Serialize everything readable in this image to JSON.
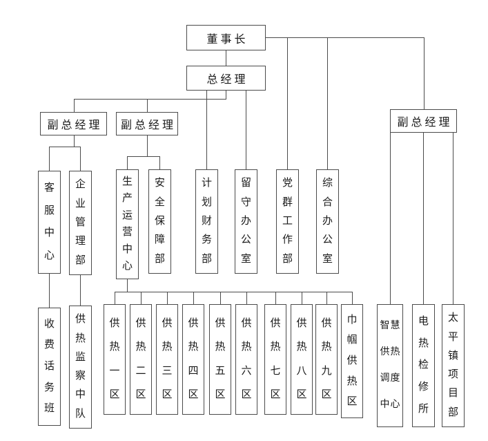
{
  "page": {
    "background": "#ffffff",
    "line_color": "#4a4a4a",
    "text_color": "#1a1a1a"
  },
  "nodes": {
    "chairman": "董事长",
    "general_manager": "总经理",
    "deputy_gm_1": "副总经理",
    "deputy_gm_2": "副总经理",
    "deputy_gm_3": "副总经理",
    "customer_service_center": "客服中心",
    "enterprise_management_dept": "企业管理部",
    "production_operation_center": "生产运营中心",
    "safety_assurance_dept": "安全保障部",
    "planning_finance_dept": "计划财务部",
    "rear_office": "留守办公室",
    "party_mass_work_dept": "党群工作部",
    "general_office": "综合办公室",
    "toll_call_team": "收费话务班",
    "heating_inspection_squad": "供热监察中队",
    "heating_zone_1": "供热一区",
    "heating_zone_2": "供热二区",
    "heating_zone_3": "供热三区",
    "heating_zone_4": "供热四区",
    "heating_zone_5": "供热五区",
    "heating_zone_6": "供热六区",
    "heating_zone_7": "供热七区",
    "heating_zone_8": "供热八区",
    "heating_zone_9": "供热九区",
    "jinguo_heating_zone": "巾帼供热区",
    "smart_heating_dispatch_center": "智慧供热调度中心",
    "electric_heating_maintenance_office": "电热检修所",
    "taiping_town_project_dept": "太平镇项目部"
  },
  "hierarchy": {
    "chairman": [
      "general_manager",
      "party_mass_work_dept",
      "general_office",
      "deputy_gm_3"
    ],
    "general_manager": [
      "deputy_gm_1",
      "deputy_gm_2",
      "planning_finance_dept",
      "rear_office"
    ],
    "deputy_gm_1": [
      "customer_service_center",
      "enterprise_management_dept"
    ],
    "deputy_gm_2": [
      "production_operation_center",
      "safety_assurance_dept"
    ],
    "deputy_gm_3": [
      "smart_heating_dispatch_center",
      "electric_heating_maintenance_office",
      "taiping_town_project_dept"
    ],
    "customer_service_center": [
      "toll_call_team"
    ],
    "enterprise_management_dept": [
      "heating_inspection_squad"
    ],
    "production_operation_center": [
      "heating_zone_1",
      "heating_zone_2",
      "heating_zone_3",
      "heating_zone_4",
      "heating_zone_5",
      "heating_zone_6",
      "heating_zone_7",
      "heating_zone_8",
      "heating_zone_9",
      "jinguo_heating_zone"
    ]
  }
}
